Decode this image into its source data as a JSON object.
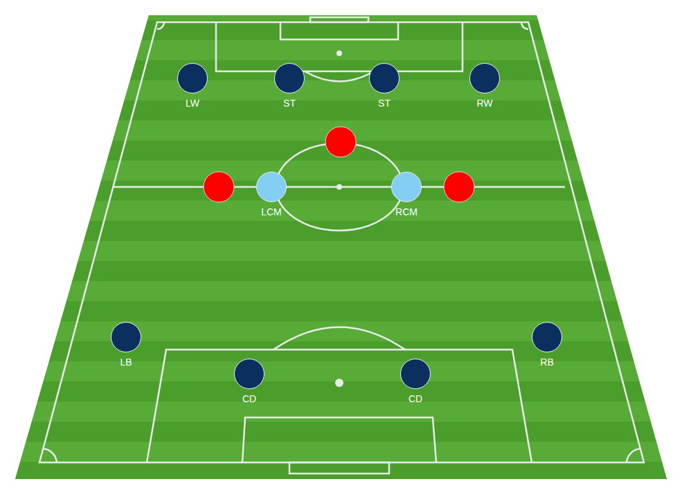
{
  "diagram": {
    "nodes": [
      {
        "text": [
          "LW"
        ]
      },
      {
        "text": [
          "ST"
        ]
      },
      {
        "text": [
          "ST"
        ]
      },
      {
        "text": [
          "RW"
        ]
      },
      {
        "text": [
          "LCM"
        ]
      },
      {
        "text": [
          "RCM"
        ]
      },
      {
        "text": [
          "LB"
        ]
      },
      {
        "text": [
          "RB"
        ]
      },
      {
        "text": [
          "CD"
        ]
      },
      {
        "text": [
          "CD"
        ]
      }
    ]
  }
}
